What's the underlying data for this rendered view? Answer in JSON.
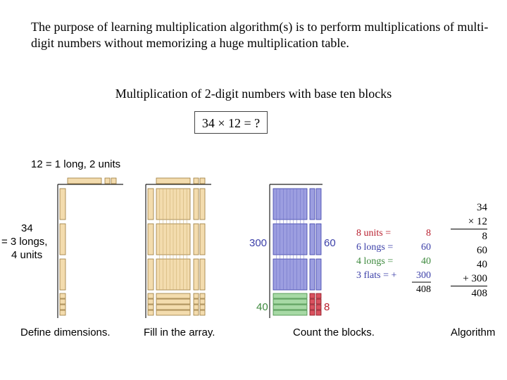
{
  "intro_text": "The purpose of learning multiplication algorithm(s) is to perform multiplications of multi-digit numbers without memorizing a huge multiplication table.",
  "subtitle": "Multiplication of 2-digit numbers with base ten blocks",
  "problem": "34 × 12 = ?",
  "panel1": {
    "top_label": "12 = 1 long, 2 units",
    "side_label_1": "34",
    "side_label_2": "= 3 longs,",
    "side_label_3": "4 units",
    "caption": "Define dimensions."
  },
  "panel2": {
    "caption": "Fill in the array."
  },
  "panel3": {
    "label_flats": "300",
    "label_longs_right": "60",
    "label_longs_bottom": "40",
    "label_units": "8",
    "rows": [
      {
        "text": "8 units  =",
        "value": "8",
        "color": "#b81f2e"
      },
      {
        "text": "6 longs =",
        "value": "60",
        "color": "#3b3fa8"
      },
      {
        "text": "4 longs =",
        "value": "40",
        "color": "#3e8a3e"
      },
      {
        "text": "3 flats  = +",
        "value": "300",
        "color": "#3b3fa8"
      }
    ],
    "total": "408",
    "caption": "Count the blocks."
  },
  "algorithm": {
    "lines": [
      "34",
      "×  12",
      "8",
      "60",
      "40",
      "+ 300",
      "408"
    ],
    "caption": "Algorithm"
  },
  "colors": {
    "tan_block": "#f3dcae",
    "tan_stroke": "#9a7a3a",
    "blue_block": "#9c9ee0",
    "green_block": "#a7d9a5",
    "red_block": "#d9525f"
  }
}
